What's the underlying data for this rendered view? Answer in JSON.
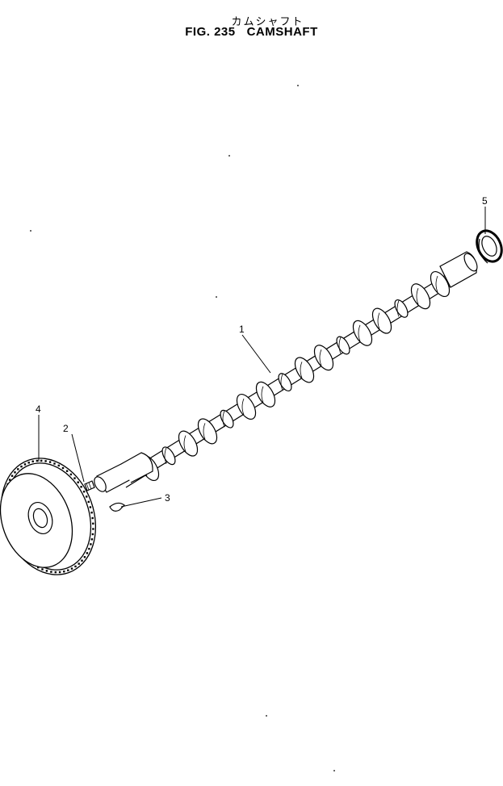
{
  "header": {
    "jp_title": "カムシャフト",
    "fig_number": "FIG. 235",
    "title": "CAMSHAFT"
  },
  "callouts": [
    {
      "id": "1",
      "label": "1"
    },
    {
      "id": "2",
      "label": "2"
    },
    {
      "id": "3",
      "label": "3"
    },
    {
      "id": "4",
      "label": "4"
    },
    {
      "id": "5",
      "label": "5"
    }
  ],
  "colors": {
    "ink": "#000000",
    "paper": "#ffffff"
  }
}
